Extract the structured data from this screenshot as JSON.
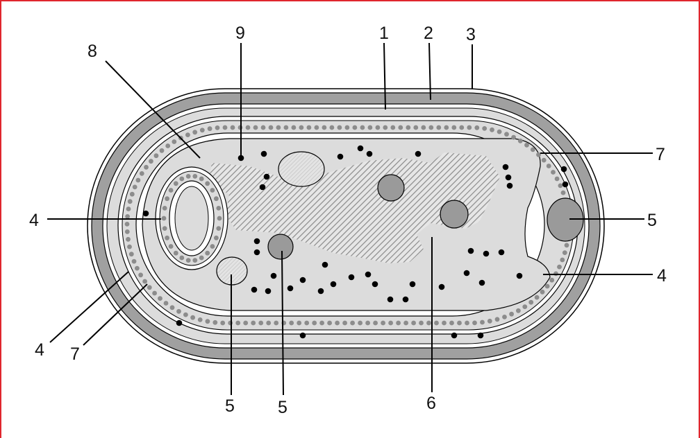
{
  "diagram": {
    "labels": {
      "l1": "1",
      "l2": "2",
      "l3": "3",
      "l4_left": "4",
      "l4_bottom": "4",
      "l4_right": "4",
      "l5_right": "5",
      "l5_a": "5",
      "l5_b": "5",
      "l6": "6",
      "l7_right": "7",
      "l7_bottom": "7",
      "l8": "8",
      "l9": "9"
    },
    "colors": {
      "frame": "#e0262e",
      "outer_wall": "#a0a0a0",
      "cytoplasm": "#dcdcdc",
      "membrane_dots": "#8c8c8c",
      "vacuole": "#e6e6e6",
      "granule": "#9a9a9a",
      "nucleoid_hatch": "#8a8a8a",
      "ribosome": "#000000"
    }
  }
}
